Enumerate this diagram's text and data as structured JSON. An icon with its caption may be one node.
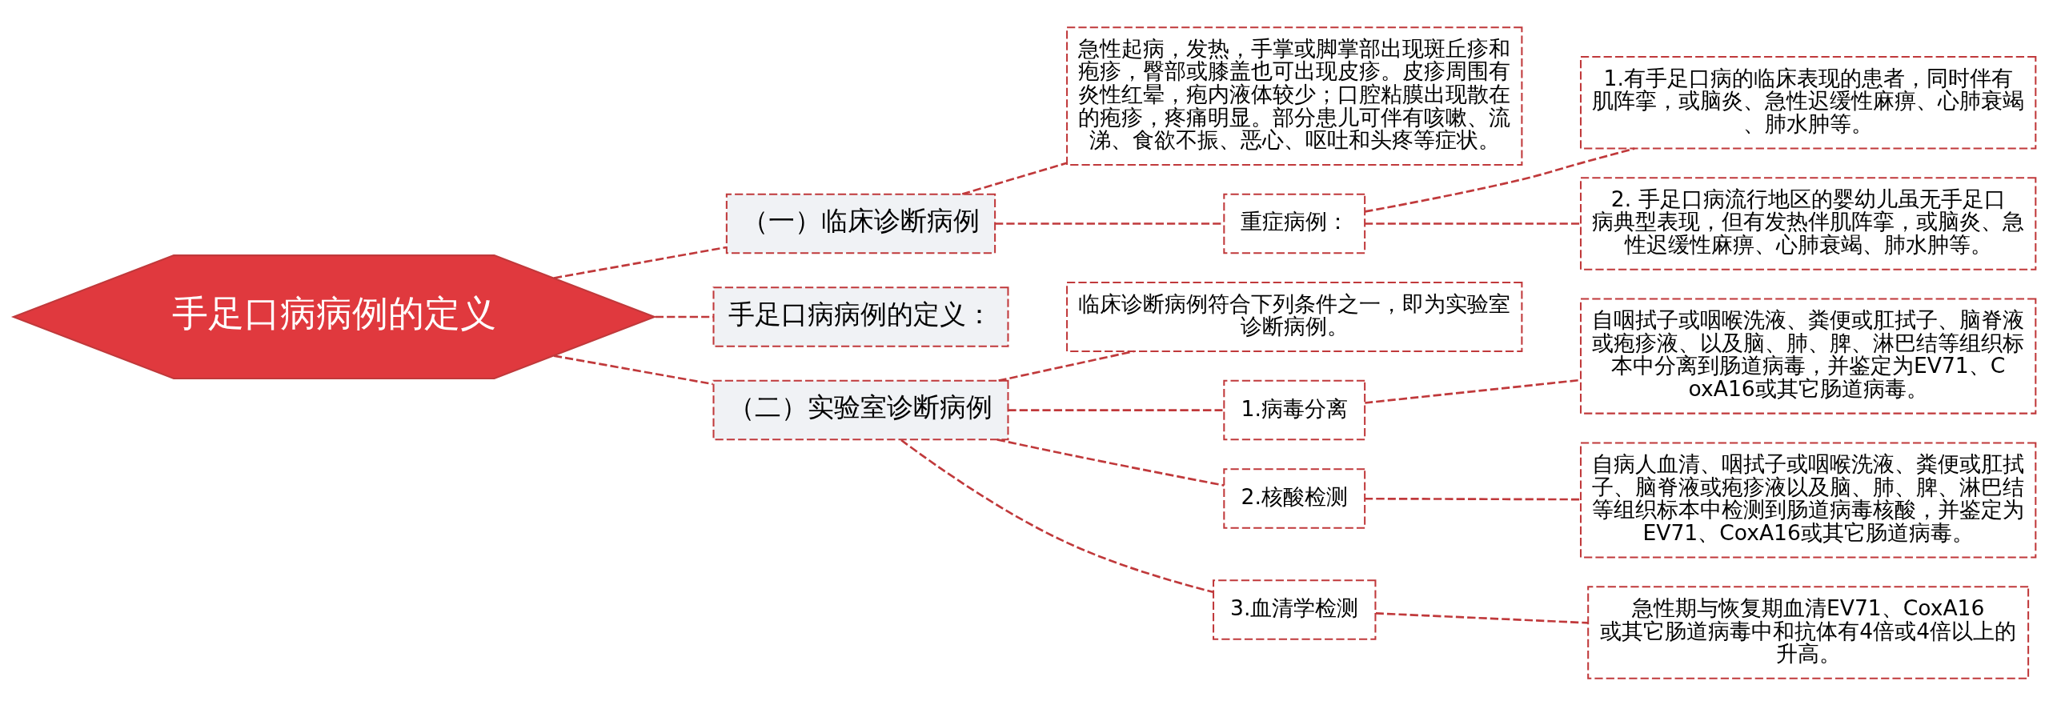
{
  "diagram": {
    "nodes": [
      {
        "text": [
          "手足口病病例的定义"
        ]
      },
      {
        "text": [
          "（一）临床诊断病例"
        ]
      },
      {
        "text": [
          "急性起病，发热，手掌或脚掌部出现斑丘疹和疱疹，臀部或膝盖也可出现皮疹。皮疹周围有炎性红晕，疱内液体较少；口腔粘膜出现散在的疱疹，疼痛明显。部分患儿可伴有咳嗽、流涕、食欲不振、恶心、呕吐和头疼等症状。"
        ]
      },
      {
        "text": [
          "重症病例："
        ]
      },
      {
        "text": [
          "1.有手足口病的临床表现的患者，同时伴有肌阵挛，或脑炎、急性迟缓性麻痹、心肺衰竭、肺水肿等。"
        ]
      },
      {
        "text": [
          "2. 手足口病流行地区的婴幼儿虽无手足口病典型表现，但有发热伴肌阵挛，或脑炎、急性迟缓性麻痹、心肺衰竭、肺水肿等。"
        ]
      },
      {
        "text": [
          "手足口病病例的定义："
        ]
      },
      {
        "text": [
          "（二）实验室诊断病例"
        ]
      },
      {
        "text": [
          "临床诊断病例符合下列条件之一，即为实验室诊断病例。"
        ]
      },
      {
        "text": [
          "1.病毒分离"
        ]
      },
      {
        "text": [
          "自咽拭子或咽喉洗液、粪便或肛拭子、脑脊液或疱疹液、以及脑、肺、脾、淋巴结等组织标本中分离到肠道病毒，并鉴定为EV71、CoxA16或其它肠道病毒。"
        ]
      },
      {
        "text": [
          "2.核酸检测"
        ]
      },
      {
        "text": [
          "自病人血清、咽拭子或咽喉洗液、粪便或肛拭子、脑脊液或疱疹液以及脑、肺、脾、淋巴结等组织标本中检测到肠道病毒核酸，并鉴定为EV71、CoxA16或其它肠道病毒。"
        ]
      },
      {
        "text": [
          "3.血清学检测"
        ]
      },
      {
        "text": [
          "急性期与恢复期血清EV71、CoxA16或其它肠道病毒中和抗体有4倍或4倍以上的升高。"
        ]
      }
    ],
    "edges": [
      {
        "from": 0,
        "to": 1,
        "arrow": "none",
        "style": "dashed"
      },
      {
        "from": 1,
        "to": 2,
        "arrow": "none",
        "style": "dashed"
      },
      {
        "from": 1,
        "to": 3,
        "arrow": "none",
        "style": "dashed"
      },
      {
        "from": 3,
        "to": 4,
        "arrow": "none",
        "style": "dashed"
      },
      {
        "from": 3,
        "to": 5,
        "arrow": "none",
        "style": "dashed"
      },
      {
        "from": 0,
        "to": 6,
        "arrow": "none",
        "style": "dashed"
      },
      {
        "from": 0,
        "to": 7,
        "arrow": "none",
        "style": "dashed"
      },
      {
        "from": 7,
        "to": 8,
        "arrow": "none",
        "style": "dashed"
      },
      {
        "from": 7,
        "to": 9,
        "arrow": "none",
        "style": "dashed"
      },
      {
        "from": 9,
        "to": 10,
        "arrow": "none",
        "style": "dashed"
      },
      {
        "from": 7,
        "to": 11,
        "arrow": "none",
        "style": "dashed"
      },
      {
        "from": 11,
        "to": 12,
        "arrow": "none",
        "style": "dashed"
      },
      {
        "from": 7,
        "to": 13,
        "arrow": "none",
        "style": "dashed"
      },
      {
        "from": 13,
        "to": 14,
        "arrow": "none",
        "style": "dashed"
      }
    ]
  }
}
